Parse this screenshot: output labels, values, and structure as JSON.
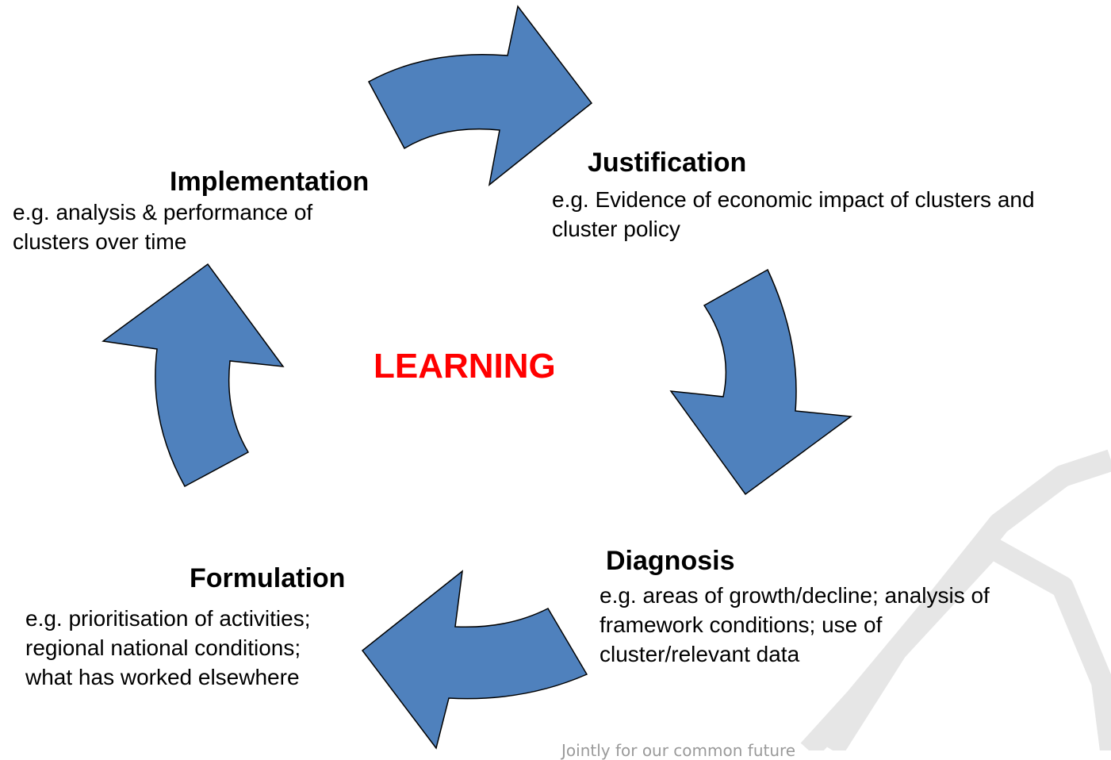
{
  "center": {
    "label": "LEARNING",
    "color": "#ff0000"
  },
  "colors": {
    "arrow_fill": "#4f81bd",
    "arrow_stroke": "#000000",
    "watermark": "#e6e6e6"
  },
  "stages": {
    "justification": {
      "title": "Justification",
      "description": "e.g. Evidence of economic impact of clusters and\ncluster policy"
    },
    "diagnosis": {
      "title": "Diagnosis",
      "description": "e.g.  areas of growth/decline; analysis of\nframework conditions; use of\ncluster/relevant data"
    },
    "formulation": {
      "title": "Formulation",
      "description": "e.g. prioritisation of activities;\nregional national conditions;\nwhat has worked elsewhere"
    },
    "implementation": {
      "title": "Implementation",
      "description": "e.g. analysis & performance of\nclusters over time"
    }
  },
  "footer": {
    "text": "Jointly for our common future"
  }
}
